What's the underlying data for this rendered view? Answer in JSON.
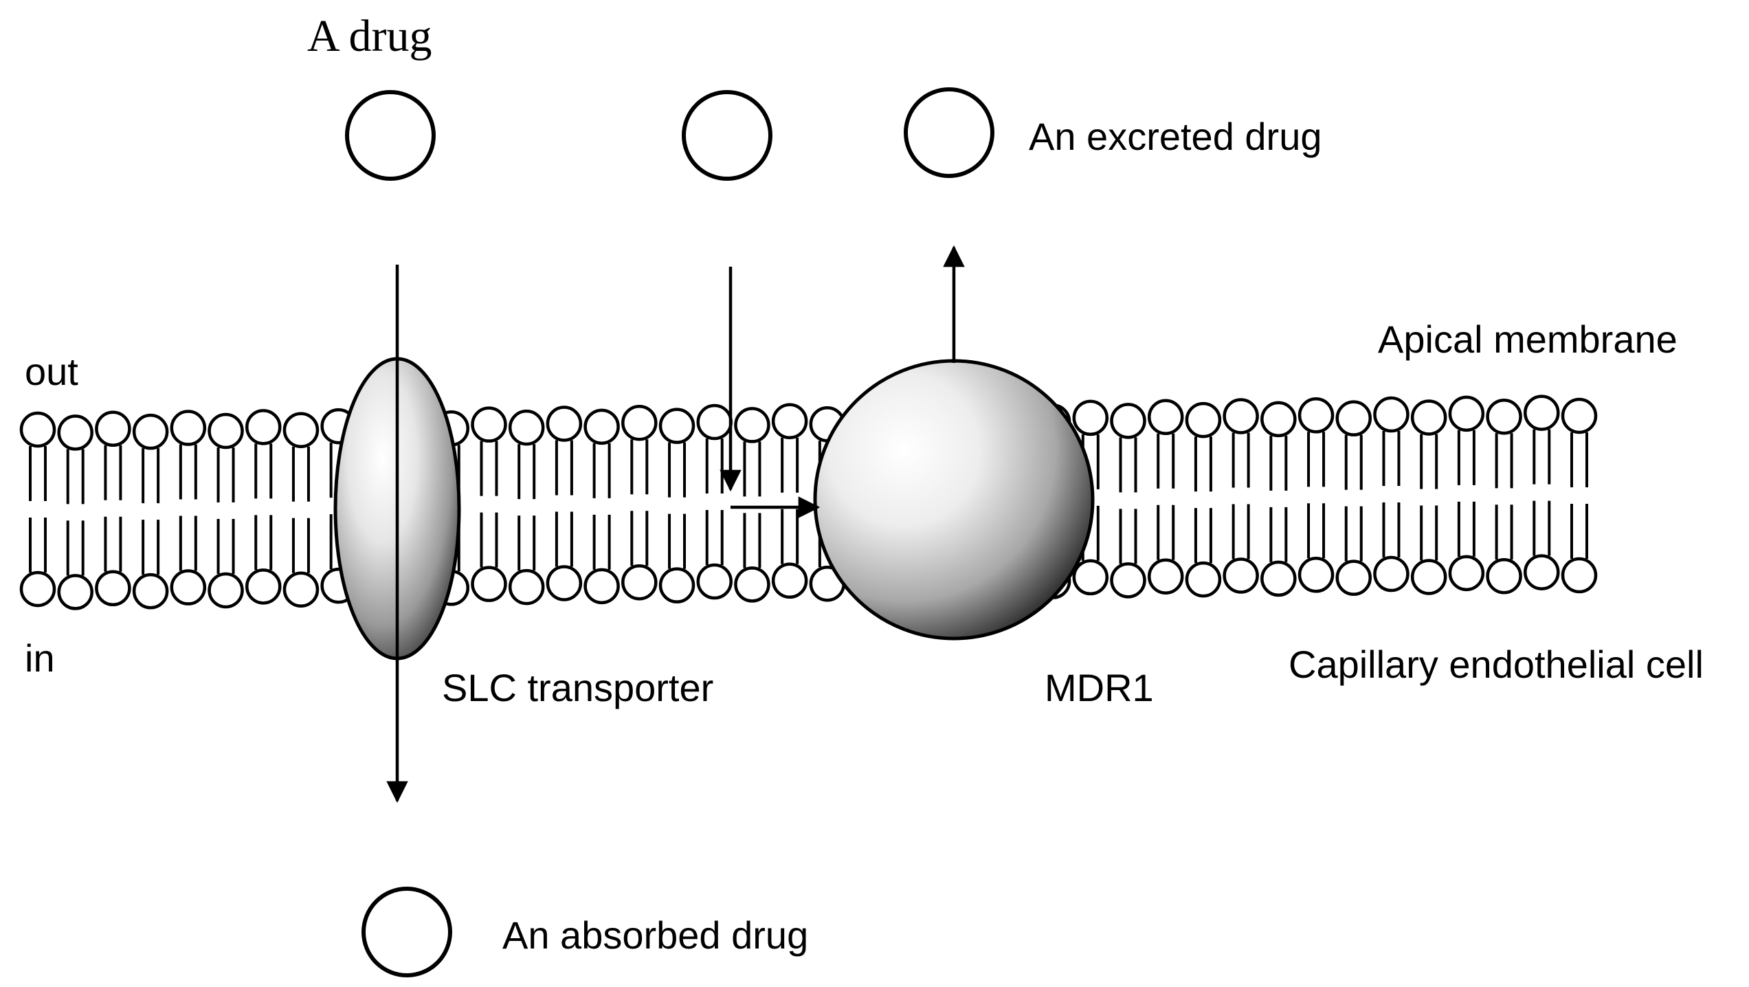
{
  "labels": {
    "a_drug": "A drug",
    "excreted_drug": "An excreted drug",
    "absorbed_drug": "An absorbed drug",
    "apical_membrane": "Apical membrane",
    "out": "out",
    "in": "in",
    "slc_transporter": "SLC transporter",
    "mdr1": "MDR1",
    "capillary_cell": "Capillary endothelial cell"
  },
  "colors": {
    "stroke": "#000000",
    "background": "#ffffff"
  },
  "icons": {
    "drug_molecule": "drug-circle",
    "slc_transporter": "shaded-ellipse",
    "mdr1": "shaded-sphere",
    "lipid": "phospholipid-head-and-tails"
  }
}
